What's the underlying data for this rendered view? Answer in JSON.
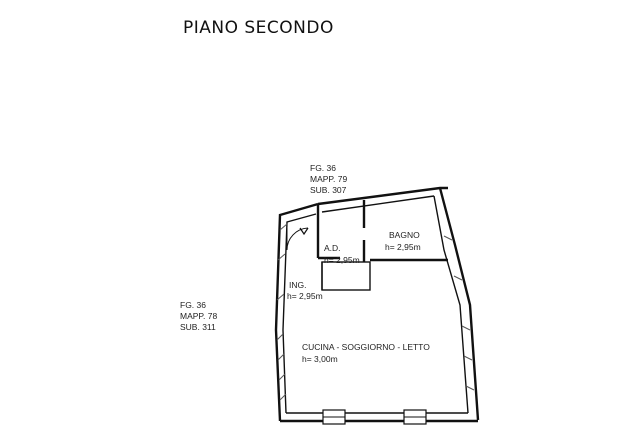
{
  "title": "PIANO SECONDO",
  "parcel_top": {
    "fg": "FG. 36",
    "mapp": "MAPP. 79",
    "sub": "SUB. 307"
  },
  "parcel_left": {
    "fg": "FG. 36",
    "mapp": "MAPP. 78",
    "sub": "SUB. 311"
  },
  "rooms": {
    "bagno": {
      "name": "BAGNO",
      "height": "h= 2,95m"
    },
    "ad": {
      "name": "A.D.",
      "height": "h= 2,95m"
    },
    "ing": {
      "name": "ING.",
      "height": "h= 2,95m"
    },
    "cucina": {
      "name": "CUCINA - SOGGIORNO - LETTO",
      "height": "h= 3,00m"
    }
  },
  "colors": {
    "line": "#111111",
    "background": "#ffffff"
  }
}
